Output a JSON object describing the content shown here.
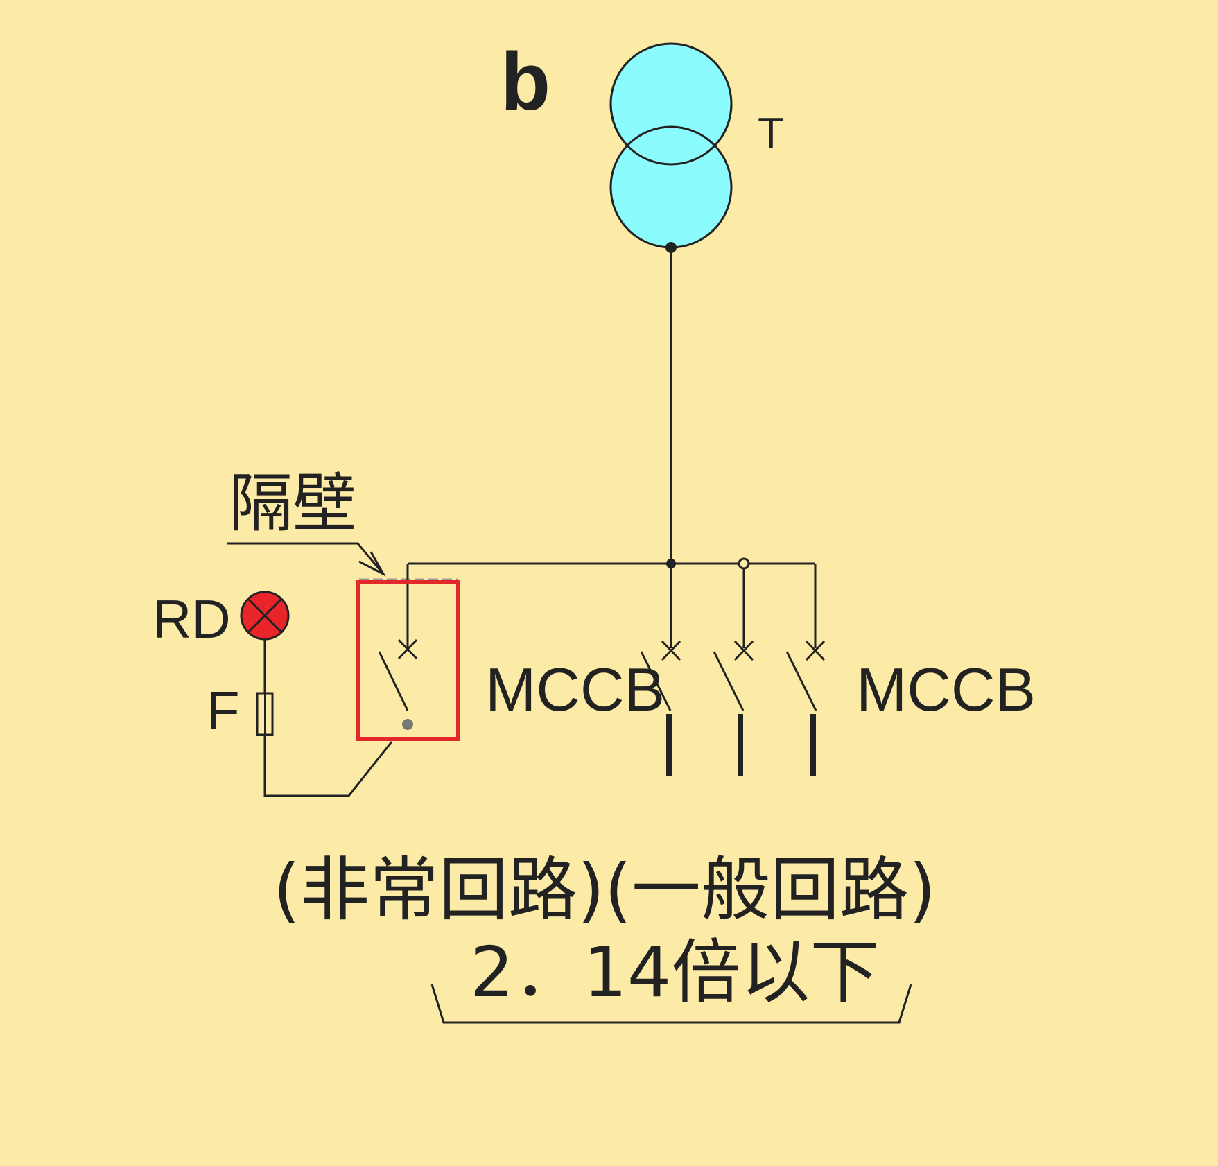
{
  "diagram": {
    "panel_letter": "b",
    "transformer_label": "T",
    "partition_label": "隔壁",
    "lamp_label": "RD",
    "fuse_label": "F",
    "breaker_label_left": "MCCB",
    "breaker_label_right": "MCCB",
    "circuit_caption": "(非常回路)(一般回路)",
    "ratio_caption": "2．14倍以下"
  },
  "colors": {
    "background": "#FCEBA6",
    "transformer_fill": "#8CFBFD",
    "lamp_fill": "#E8262A",
    "highlight_box": "#E3282C",
    "line": "#222222"
  }
}
